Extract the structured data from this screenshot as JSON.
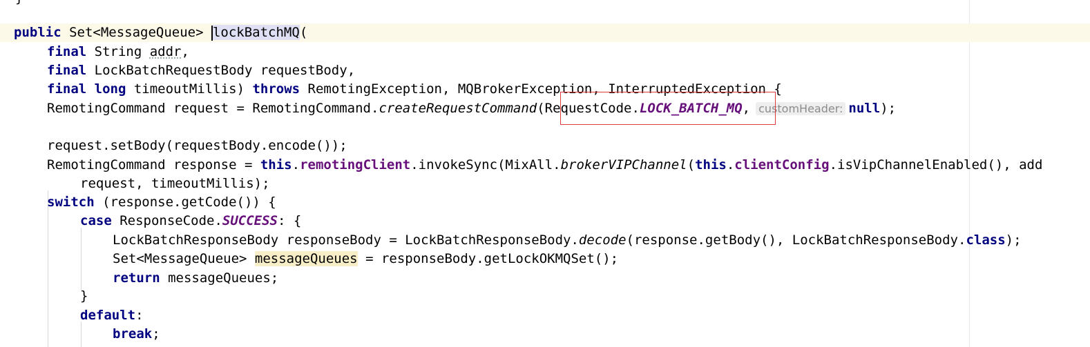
{
  "colors": {
    "keyword": "#000080",
    "field": "#660e7a",
    "hint_text": "#8c8c8c",
    "current_line_bg": "#fdf9e8",
    "highlight_box": "#e0393e"
  },
  "code": {
    "top_brace": "}",
    "l1": {
      "kw": "public",
      "rest": " Set<MessageQueue> ",
      "method_name": "lockBatchMQ",
      "open": "("
    },
    "l2": {
      "kw": "final",
      "type": " String ",
      "param": "addr",
      "end": ","
    },
    "l3": {
      "kw": "final",
      "rest": " LockBatchRequestBody requestBody,"
    },
    "l4": {
      "kw1": "final",
      "kw2": "long",
      "mid": " timeoutMillis) ",
      "kw3": "throws",
      "rest": " RemotingException, MQBrokerException, InterruptedException {"
    },
    "l5": {
      "pre": "RemotingCommand request = RemotingCommand.",
      "smethod": "createRequestCommand",
      "paren": "(",
      "cls": "RequestCode.",
      "const": "LOCK_BATCH_MQ",
      "comma": ",",
      "hint": "customHeader:",
      "kw": "null",
      "end": ");"
    },
    "l6": {
      "text": "request.setBody(requestBody.encode());"
    },
    "l7": {
      "pre": "RemotingCommand response = ",
      "kw": "this",
      "dot1": ".",
      "field1": "remotingClient",
      "mid": ".invokeSync(MixAll.",
      "smethod": "brokerVIPChannel",
      "paren": "(",
      "kw2": "this",
      "dot2": ".",
      "field2": "clientConfig",
      "rest": ".isVipChannelEnabled(), add"
    },
    "l8": {
      "text": "request, timeoutMillis);"
    },
    "l9": {
      "kw": "switch",
      "rest": " (response.getCode()) {"
    },
    "l10": {
      "kw": "case",
      "cls": " ResponseCode.",
      "const": "SUCCESS",
      "rest": ": {"
    },
    "l11": {
      "pre": "LockBatchResponseBody responseBody = LockBatchResponseBody.",
      "smethod": "decode",
      "mid": "(response.getBody(), LockBatchResponseBody.",
      "kw": "class",
      "end": ");"
    },
    "l12": {
      "pre": "Set<MessageQueue> ",
      "var": "messageQueues",
      "rest": " = responseBody.getLockOKMQSet();"
    },
    "l13": {
      "kw": "return",
      "rest": " messageQueues;"
    },
    "l14": {
      "text": "}"
    },
    "l15": {
      "kw": "default",
      "rest": ":"
    },
    "l16": {
      "kw": "break",
      "rest": ";"
    }
  }
}
